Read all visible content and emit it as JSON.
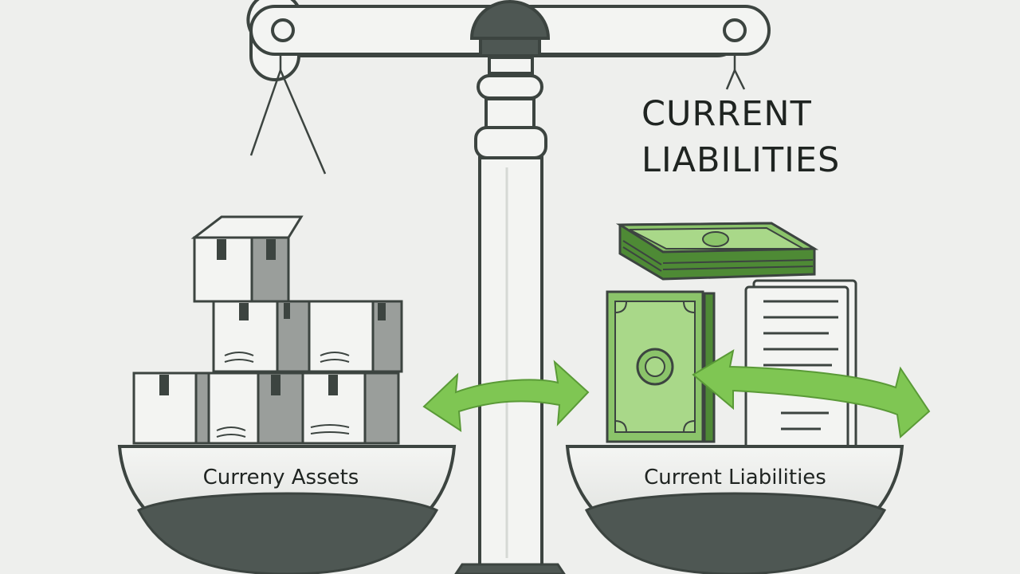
{
  "heading": {
    "line1": "CURRENT",
    "line2": "LIABILITIES"
  },
  "left_pan": {
    "label": "Curreny Assets"
  },
  "right_pan": {
    "label": "Current Liabilities"
  },
  "colors": {
    "background": "#eeefed",
    "outline": "#3c4440",
    "dark_metal": "#4e5753",
    "light_fill": "#f3f4f2",
    "box_shade": "#9a9e9b",
    "arrow_green": "#7fc653",
    "money_green": "#8bc46a",
    "money_dark": "#4e8a35"
  },
  "icons": [
    "balance-scale-icon",
    "cardboard-boxes-icon",
    "cash-stack-icon",
    "banknote-icon",
    "document-icon",
    "double-arrow-icon"
  ]
}
